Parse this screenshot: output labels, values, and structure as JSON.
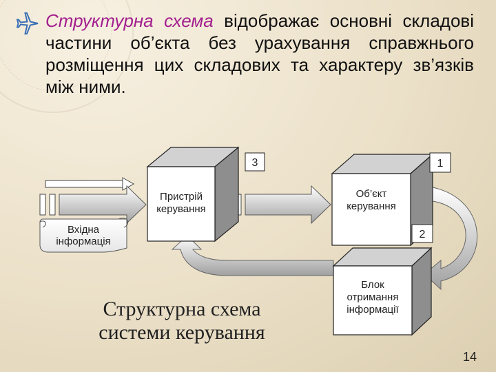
{
  "paragraph": {
    "term": "Структурна схема",
    "rest": "відображає основні складові частини об’єкта без урахування справжнього розміщення цих складових та характеру  зв’язків між ними."
  },
  "diagram": {
    "block_control": {
      "label": "Пристрій керування",
      "number": "3"
    },
    "block_object": {
      "label": "Об’єкт керування",
      "number": "1"
    },
    "block_info": {
      "label": "Блок отримання інформації",
      "number": "2"
    },
    "input_scroll": {
      "label": "Вхідна інформація"
    }
  },
  "caption": "Структурна схема системи керування",
  "page_number": "14",
  "colors": {
    "cube_front": "#ffffff",
    "cube_side": "#9a9a9a",
    "cube_top": "#c8c8c8",
    "term_color": "#a3208f",
    "arrow_fill": "#d9d9d9"
  },
  "icons": {
    "bullet": "airplane-icon"
  }
}
